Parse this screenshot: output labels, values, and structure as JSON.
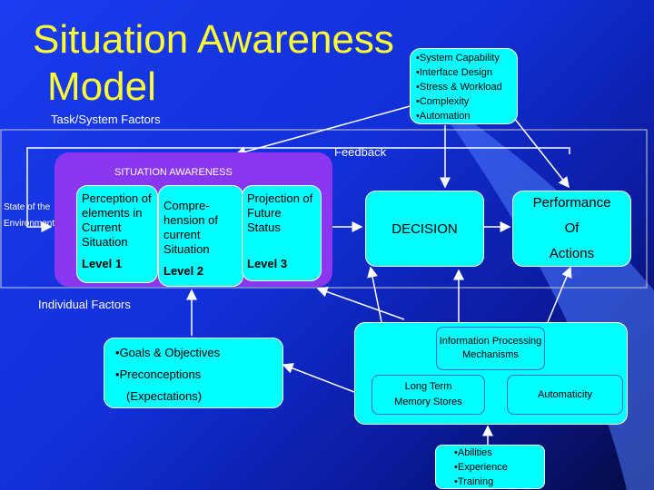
{
  "title": {
    "line1": "Situation Awareness",
    "line2": "Model"
  },
  "labels": {
    "task_system": "Task/System Factors",
    "feedback": "Feedback",
    "state_line1": "State of the",
    "state_line2": "Environment",
    "individual": "Individual Factors"
  },
  "task_system_factors": [
    "System Capability",
    "Interface Design",
    "Stress & Workload",
    "Complexity",
    "Automation"
  ],
  "situation_awareness": {
    "title": "SITUATION AWARENESS",
    "level1": {
      "text": "Perception of elements in Current Situation",
      "level": "Level 1"
    },
    "level2": {
      "text": "Compre-hension of current Situation",
      "level": "Level 2"
    },
    "level3": {
      "text": "Projection of Future Status",
      "level": "Level 3"
    }
  },
  "decision": "DECISION",
  "performance": {
    "line1": "Performance",
    "line2": "Of",
    "line3": "Actions"
  },
  "goals": {
    "item1": "Goals & Objectives",
    "item2": "Preconceptions",
    "item3": "(Expectations)"
  },
  "mechanisms": {
    "info_processing": "Information Processing Mechanisms",
    "long_term_line1": "Long Term",
    "long_term_line2": "Memory Stores",
    "automaticity": "Automaticity"
  },
  "abilities": [
    "Abilities",
    "Experience",
    "Training"
  ],
  "colors": {
    "background": "#1230d8",
    "title": "#ffff33",
    "box": "#00ffff",
    "sa_panel": "#8a38f0"
  }
}
